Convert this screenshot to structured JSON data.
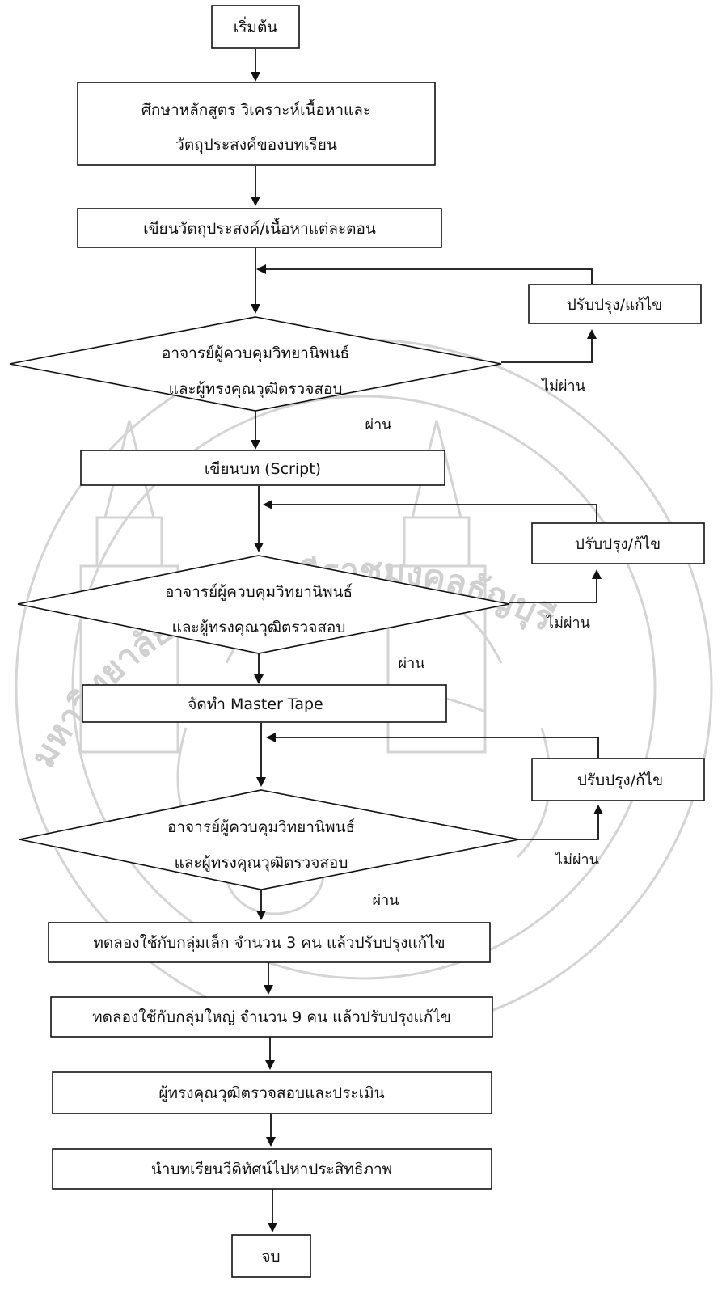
{
  "flowchart": {
    "nodes": {
      "start": "เริ่มต้น",
      "study_1": "ศึกษาหลักสูตร วิเคราะห์เนื้อหาและ",
      "study_2": "วัตถุประสงค์ของบทเรียน",
      "write_obj": "เขียนวัตถุประสงค์/เนื้อหาแต่ละตอน",
      "review1_1": "อาจารย์ผู้ควบคุมวิทยานิพนธ์",
      "review1_2": "และผู้ทรงคุณวุฒิตรวจสอบ",
      "fix1": "ปรับปรุง/แก้ไข",
      "script": "เขียนบท (Script)",
      "review2_1": "อาจารย์ผู้ควบคุมวิทยานิพนธ์",
      "review2_2": "และผู้ทรงคุณวุฒิตรวจสอบ",
      "fix2": "ปรับปรุง/ก้ไข",
      "master": "จัดทำ Master Tape",
      "review3_1": "อาจารย์ผู้ควบคุมวิทยานิพนธ์",
      "review3_2": "และผู้ทรงคุณวุฒิตรวจสอบ",
      "fix3": "ปรับปรุง/ก้ไข",
      "small_group": "ทดลองใช้กับกลุ่มเล็ก  จำนวน 3 คน  แล้วปรับปรุงแก้ไข",
      "large_group": "ทดลองใช้กับกลุ่มใหญ่  จำนวน 9 คน  แล้วปรับปรุงแก้ไข",
      "expert_eval": "ผู้ทรงคุณวุฒิตรวจสอบและประเมิน",
      "efficiency": "นำบทเรียนวีดิทัศน์ไปหาประสิทธิภาพ",
      "end": "จบ"
    },
    "edge_labels": {
      "pass1": "ผ่าน",
      "fail1": "ไม่ผ่าน",
      "pass2": "ผ่าน",
      "fail2": "ไม่ผ่าน",
      "pass3": "ผ่าน",
      "fail3": "ไม่ผ่าน"
    }
  },
  "watermark": {
    "seal": "university-seal",
    "text": "มหาวิทยาลัยเทคโนโลยีราชมงคลธัญบุรี"
  }
}
